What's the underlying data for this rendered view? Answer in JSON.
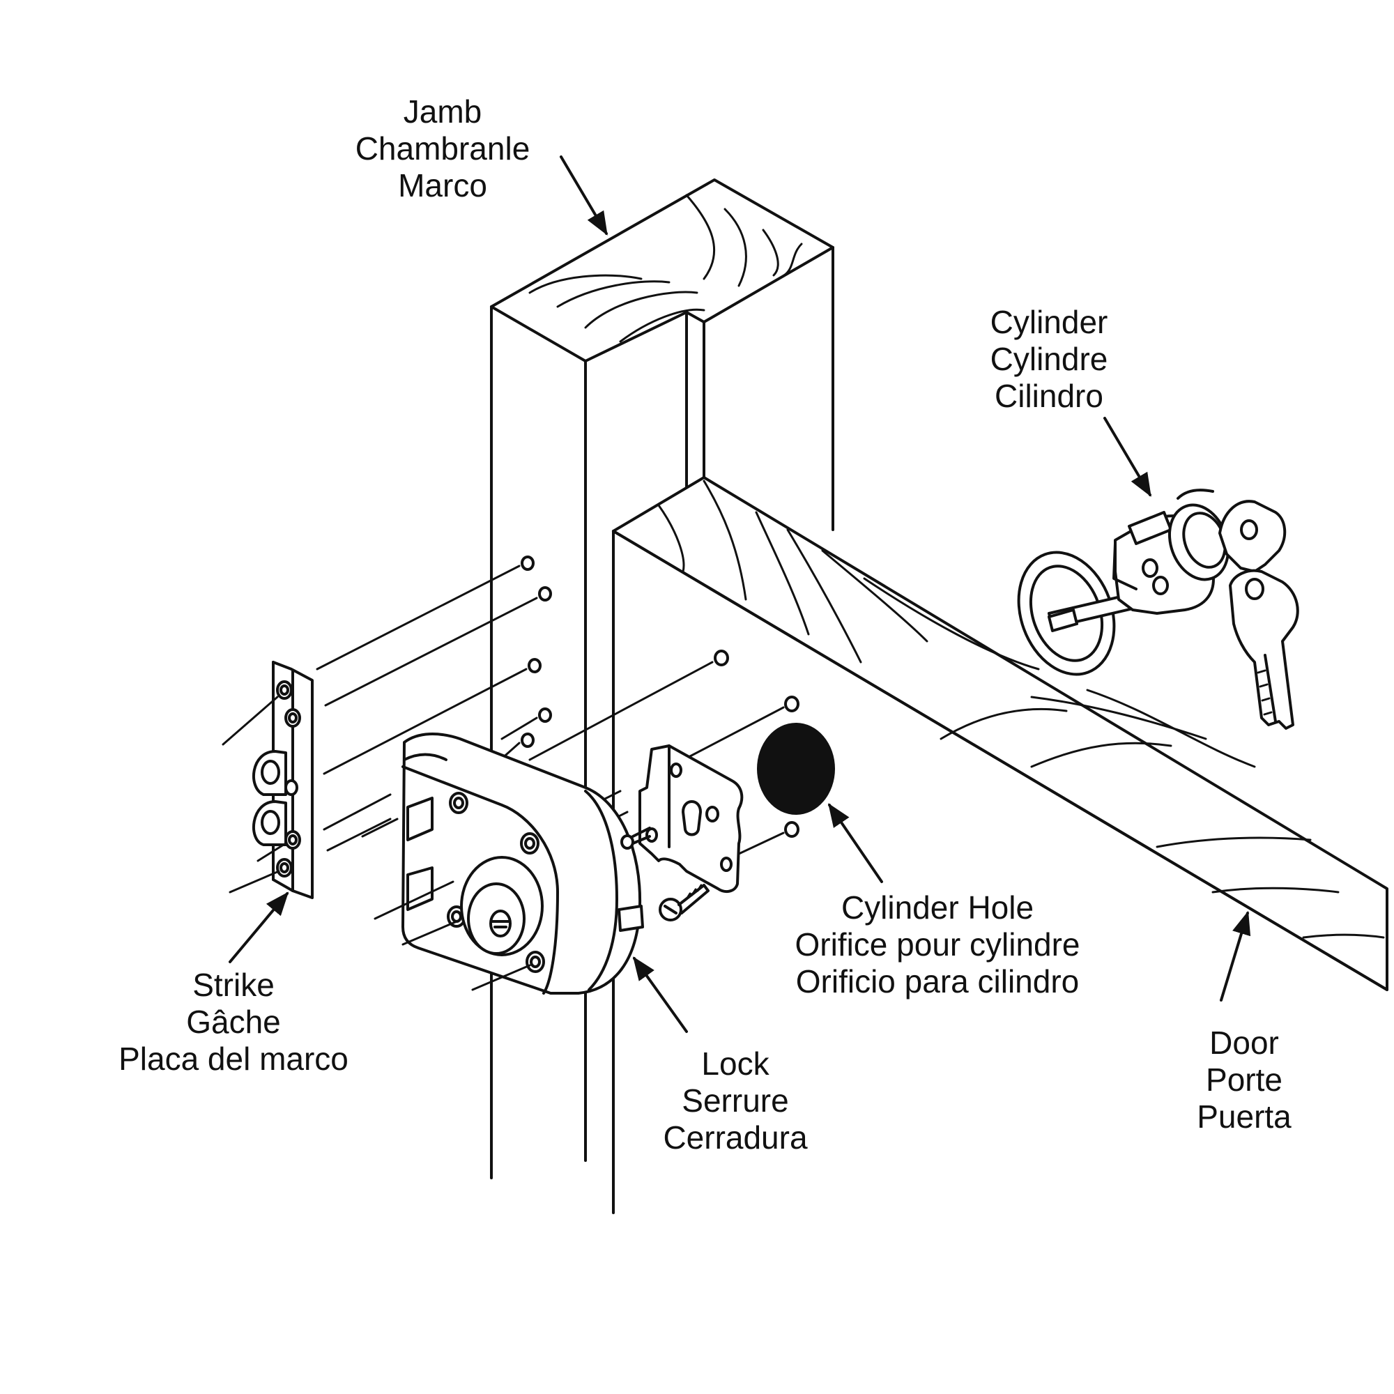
{
  "labels": {
    "jamb": [
      "Jamb",
      "Chambranle",
      "Marco"
    ],
    "cylinder": [
      "Cylinder",
      "Cylindre",
      "Cilindro"
    ],
    "strike": [
      "Strike",
      "Gâche",
      "Placa del marco"
    ],
    "lock": [
      "Lock",
      "Serrure",
      "Cerradura"
    ],
    "cylinder_hole": [
      "Cylinder Hole",
      "Orifice pour cylindre",
      "Orificio para cilindro"
    ],
    "door": [
      "Door",
      "Porte",
      "Puerta"
    ]
  },
  "colors": {
    "ink": "#111111",
    "background": "#ffffff"
  }
}
